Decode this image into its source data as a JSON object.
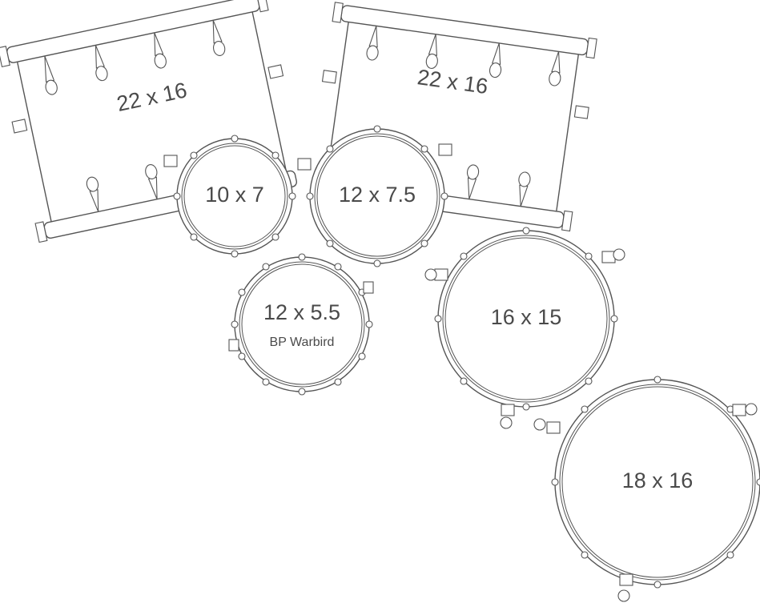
{
  "colors": {
    "line": "#555555",
    "label": "#4a4a4a",
    "background": "#ffffff"
  },
  "drums": {
    "bass_left": {
      "label": "22 x 16"
    },
    "bass_right": {
      "label": "22 x 16"
    },
    "tom_10": {
      "label": "10 x 7"
    },
    "tom_12": {
      "label": "12 x 7.5"
    },
    "snare": {
      "label": "12 x 5.5",
      "sublabel": "BP Warbird"
    },
    "floor_16": {
      "label": "16 x 15"
    },
    "floor_18": {
      "label": "18 x 16"
    }
  }
}
